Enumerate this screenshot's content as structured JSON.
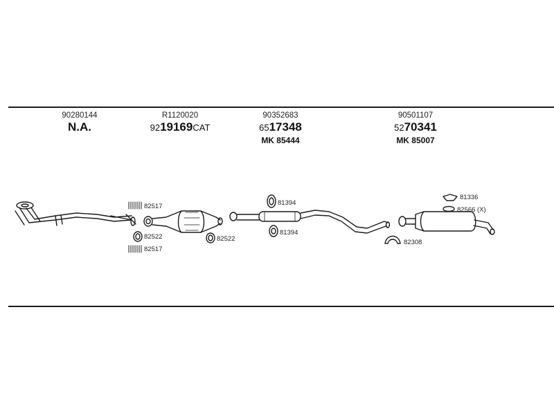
{
  "columns": [
    {
      "part_no": "90280144",
      "main": "N.A.",
      "main_prefix": "",
      "main_suffix": "",
      "mk": ""
    },
    {
      "part_no": "R1120020",
      "main": "19169",
      "main_prefix": "92",
      "main_suffix": "CAT",
      "mk": ""
    },
    {
      "part_no": "90352683",
      "main": "17348",
      "main_prefix": "65",
      "main_suffix": "",
      "mk": "MK  85444"
    },
    {
      "part_no": "90501107",
      "main": "70341",
      "main_prefix": "52",
      "main_suffix": "",
      "mk": "MK  85007"
    }
  ],
  "callouts": {
    "c82517a": "82517",
    "c82522a": "82522",
    "c82517b": "82517",
    "c82522b": "82522",
    "c81394a": "81394",
    "c81394b": "81394",
    "c81336": "81336",
    "c82566": "82566 (X)",
    "c82308": "82308"
  },
  "colors": {
    "line": "#1a1a1a",
    "part_fill": "#e8e8e8"
  }
}
